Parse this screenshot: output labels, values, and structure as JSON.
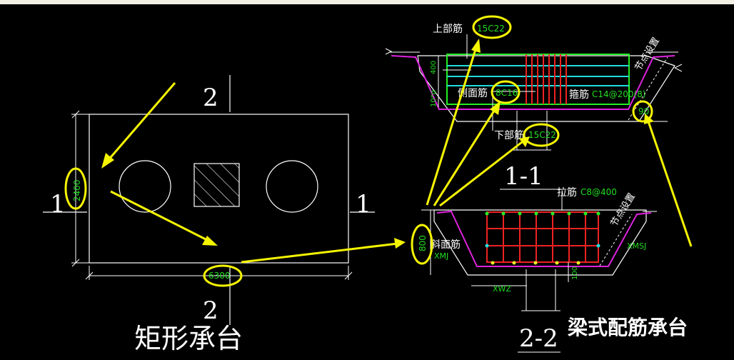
{
  "plan": {
    "title": "矩形承台",
    "section_top": "2",
    "section_bottom": "2",
    "section_left": "1",
    "section_right": "1",
    "dim_height": "2400",
    "dim_width": "6300"
  },
  "section_1_1": {
    "title": "1-1",
    "top_bar_label": "上部筋",
    "top_bar_value": "15C22",
    "side_bar_label": "侧面筋",
    "side_bar_value": "8C16",
    "stirrup_label": "箍筋",
    "stirrup_value": "C14@200(8)",
    "bottom_bar_label": "下部筋",
    "bottom_bar_value": "15C22",
    "node_label": "节点设置",
    "angle_value": "90",
    "dim_400": "400",
    "dim_10d": "10*d"
  },
  "section_2_2": {
    "title": "2-2",
    "tie_label": "拉筋",
    "tie_value": "C8@400",
    "node_label": "节点设置",
    "slope_bar_label": "斜面筋",
    "xmj": "XMJ",
    "xmsj": "XMSJ",
    "xwz": "XWZ",
    "dim_800": "800",
    "dim_100": "100"
  },
  "caption": "梁式配筋承台"
}
